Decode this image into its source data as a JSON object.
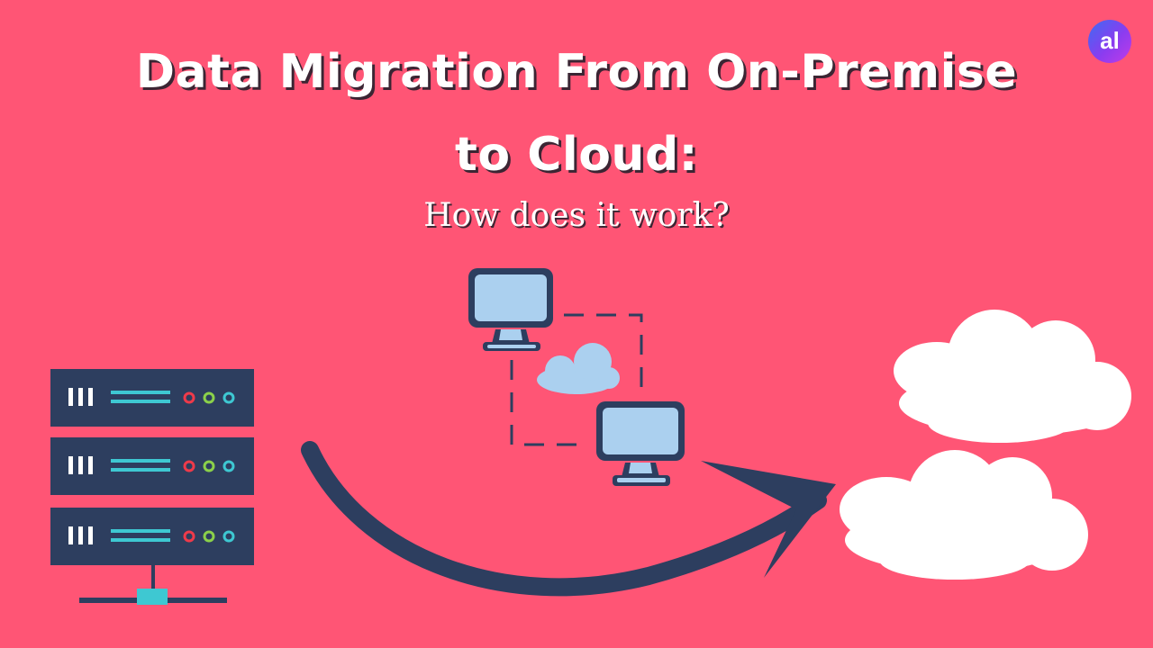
{
  "title": {
    "line1": "Data Migration From On-Premise",
    "line2": "to Cloud:"
  },
  "subtitle": "How does it work?",
  "logo": {
    "text": "al"
  },
  "colors": {
    "background": "#ff5575",
    "navy": "#2d3e5f",
    "cyan": "#3ec8d2",
    "monitor_screen": "#abd0ef",
    "cloud": "#ffffff"
  },
  "icons": [
    "server-rack-icon",
    "computer-network-icon",
    "cloud-icon",
    "migration-arrow-icon"
  ]
}
